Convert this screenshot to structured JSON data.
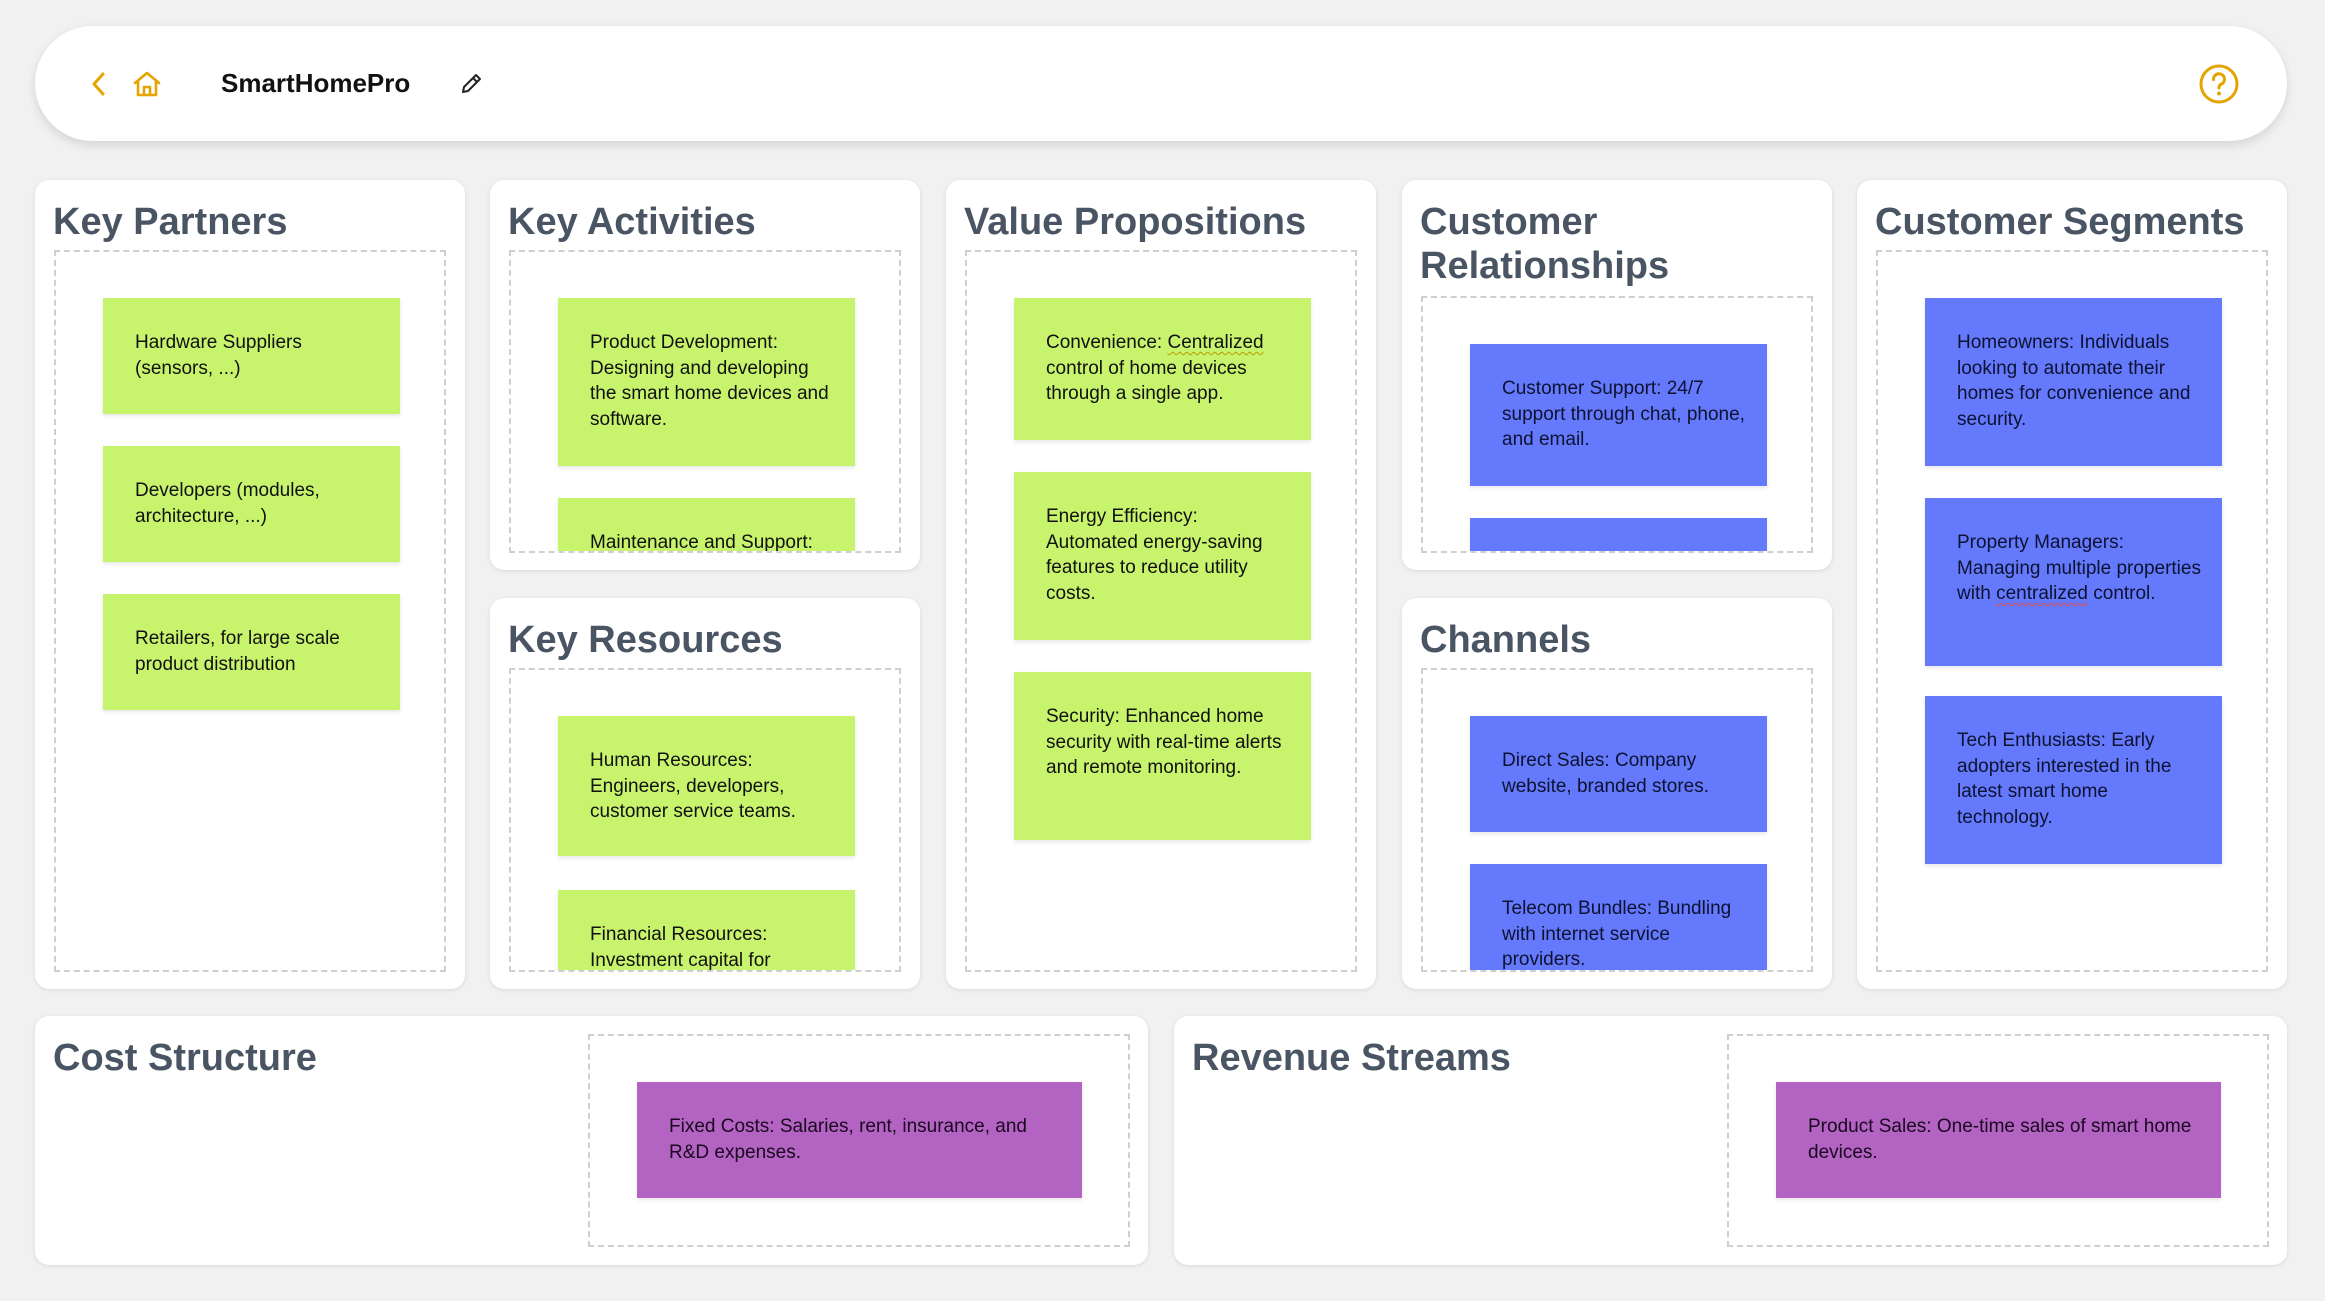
{
  "header": {
    "app_title": "SmartHomePro",
    "back_icon": "chevron-left-icon",
    "home_icon": "home-icon",
    "edit_icon": "pencil-icon",
    "help_icon": "help-circle-icon",
    "accent_color": "#e5a400"
  },
  "colors": {
    "green_note": "#c8f36c",
    "blue_note": "#6479fb",
    "purple_note": "#b363c2",
    "title_color": "#4a5564"
  },
  "canvas": {
    "key_partners": {
      "title": "Key Partners",
      "notes": [
        "Hardware Suppliers (sensors, ...)",
        "Developers (modules, architecture, ...)",
        "Retailers, for large scale product distribution"
      ]
    },
    "key_activities": {
      "title": "Key Activities",
      "notes": [
        "Product Development: Designing and developing the smart home devices and software.",
        "Maintenance and Support:"
      ]
    },
    "key_resources": {
      "title": "Key Resources",
      "notes": [
        "Human Resources: Engineers, developers, customer service teams.",
        "Financial Resources: Investment capital for"
      ]
    },
    "value_propositions": {
      "title": "Value Propositions",
      "notes": [
        "Convenience: Centralized control of home devices through a single app.",
        "Energy Efficiency: Automated energy-saving features to reduce utility costs.",
        "Security: Enhanced home security with real-time alerts and remote monitoring."
      ]
    },
    "customer_relationships": {
      "title": "Customer Relationships",
      "notes": [
        "Customer Support: 24/7 support through chat, phone, and email.",
        ""
      ]
    },
    "channels": {
      "title": "Channels",
      "notes": [
        "Direct Sales: Company website, branded stores.",
        "Telecom Bundles: Bundling with internet service providers."
      ]
    },
    "customer_segments": {
      "title": "Customer Segments",
      "notes": [
        "Homeowners: Individuals looking to automate their homes for convenience and security.",
        "Property Managers: Managing multiple properties with centralized control.",
        "Tech Enthusiasts: Early adopters interested in the latest smart home technology."
      ]
    },
    "cost_structure": {
      "title": "Cost Structure",
      "notes": [
        "Fixed Costs: Salaries, rent, insurance, and R&D expenses."
      ]
    },
    "revenue_streams": {
      "title": "Revenue Streams",
      "notes": [
        "Product Sales: One-time sales of smart home devices."
      ]
    }
  }
}
